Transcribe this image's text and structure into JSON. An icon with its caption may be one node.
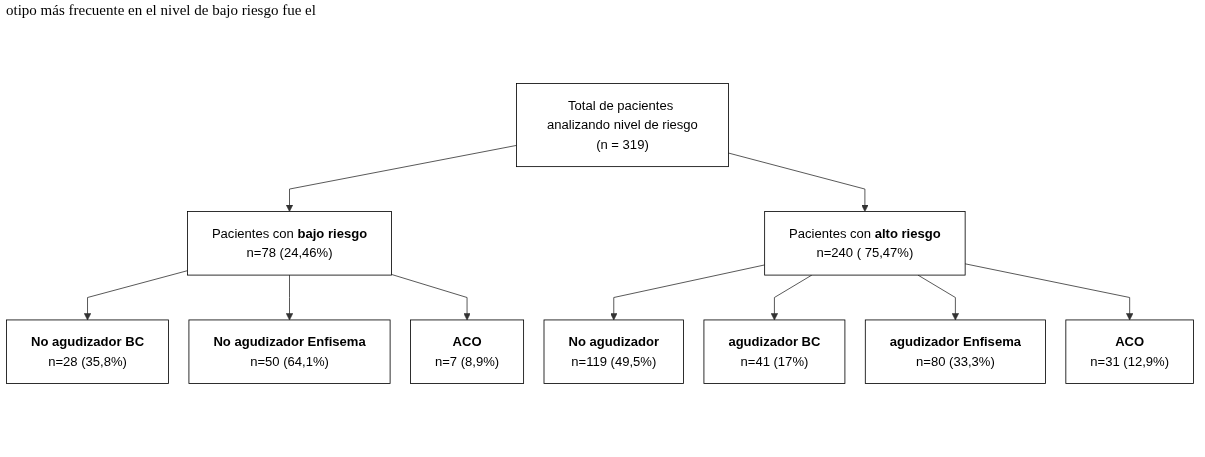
{
  "diagram": {
    "nodes": [
      {
        "text": [
          "Total de pacientes analizando nivel de riesgo",
          "(n = 319)"
        ]
      },
      {
        "text": [
          "Pacientes con **bajo riesgo**",
          "n=78 (24,46%)"
        ]
      },
      {
        "text": [
          "Pacientes con **alto riesgo**",
          "n=240 ( 75,47%)"
        ]
      },
      {
        "text": [
          "No agudizador BC",
          "n=28 (35,8%)"
        ]
      },
      {
        "text": [
          "No agudizador Enfisema",
          "n=50 (64,1%)"
        ]
      },
      {
        "text": [
          "ACO",
          "n=7 (8,9%)"
        ]
      },
      {
        "text": [
          "No agudizador",
          "n=119 (49,5%)"
        ]
      },
      {
        "text": [
          "agudizador BC",
          "n=41 (17%)"
        ]
      },
      {
        "text": [
          "agudizador Enfisema",
          "n=80 (33,3%)"
        ]
      },
      {
        "text": [
          "ACO",
          "n=31 (12,9%)"
        ]
      }
    ],
    "edges": [
      {
        "from": 0,
        "to": 1,
        "arrow": "to"
      },
      {
        "from": 0,
        "to": 2,
        "arrow": "to"
      },
      {
        "from": 1,
        "to": 3,
        "arrow": "to"
      },
      {
        "from": 1,
        "to": 4,
        "arrow": "to"
      },
      {
        "from": 1,
        "to": 5,
        "arrow": "to"
      },
      {
        "from": 2,
        "to": 6,
        "arrow": "to"
      },
      {
        "from": 2,
        "to": 7,
        "arrow": "to"
      },
      {
        "from": 2,
        "to": 8,
        "arrow": "to"
      },
      {
        "from": 2,
        "to": 9,
        "arrow": "to"
      }
    ],
    "labels": [
      "otipo más frecuente en el nivel de bajo riesgo fue el"
    ]
  }
}
